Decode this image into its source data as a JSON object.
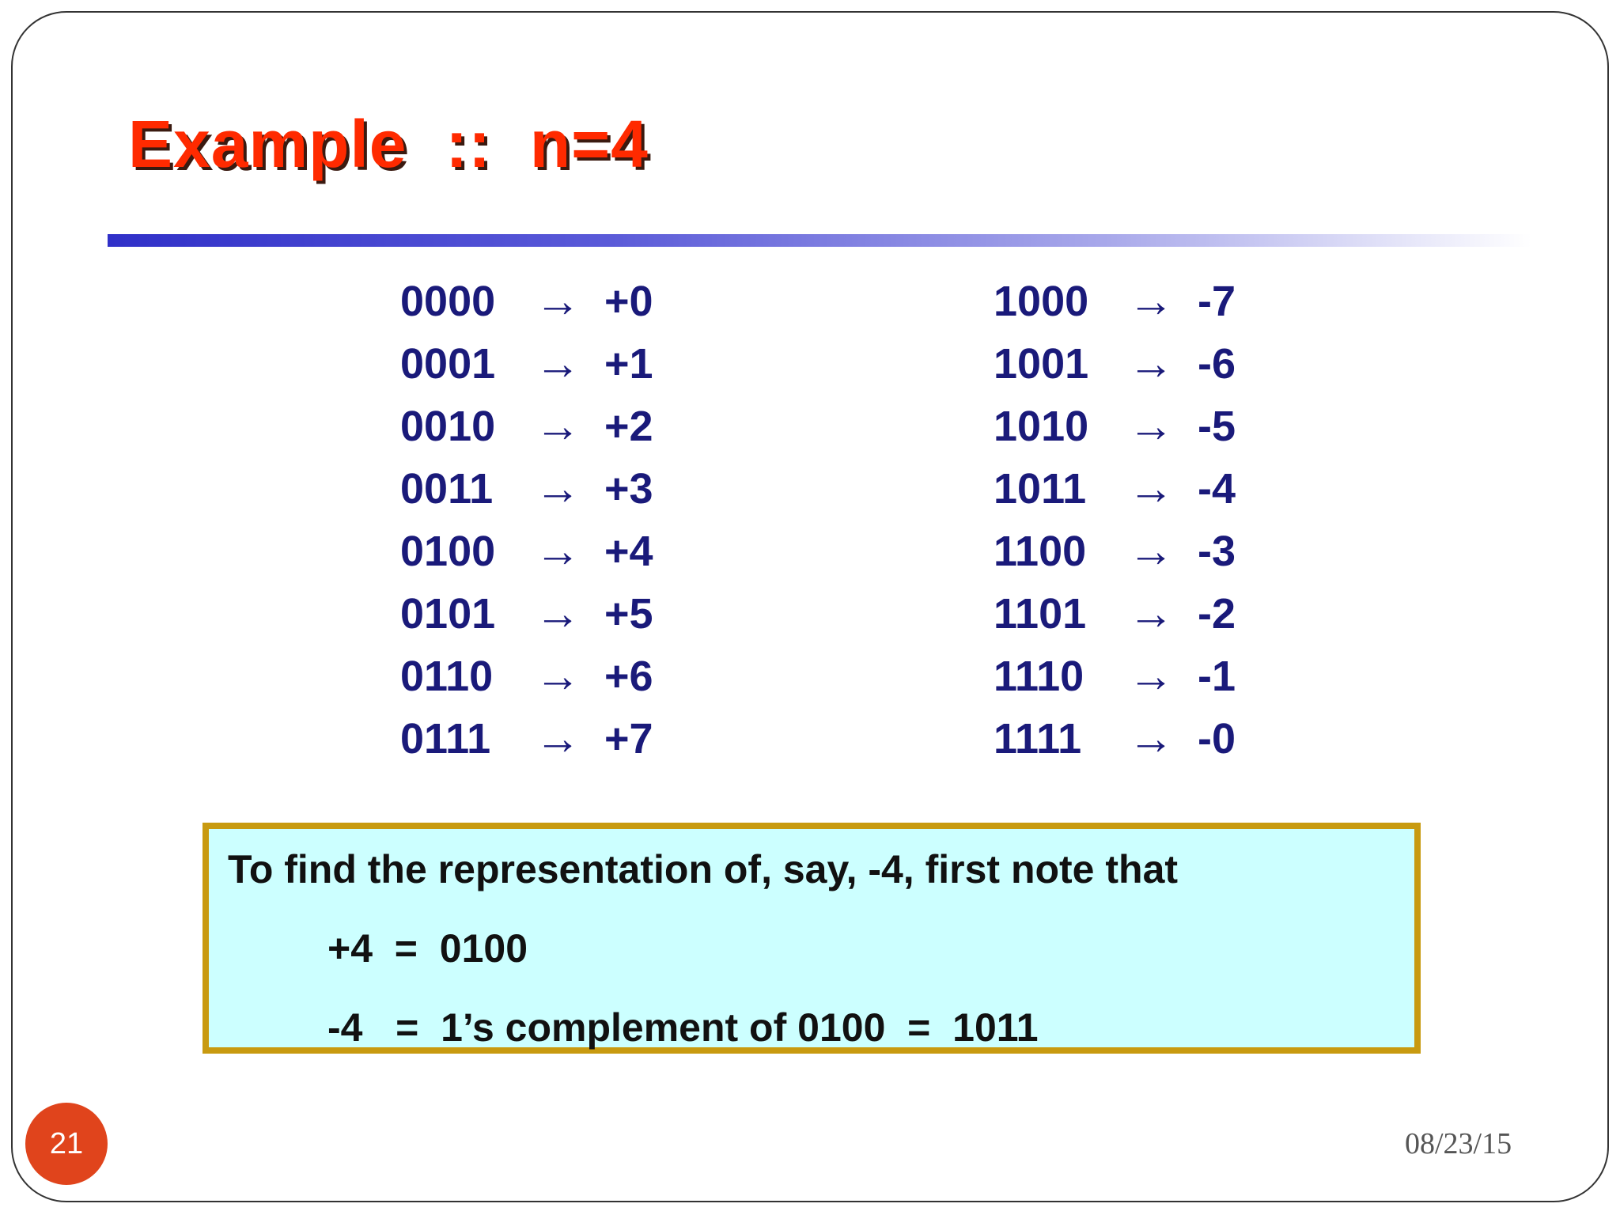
{
  "title": "Example  ::  n=4",
  "left_table": [
    {
      "code": "0000",
      "arrow": "→",
      "value": "+0"
    },
    {
      "code": "0001",
      "arrow": "→",
      "value": "+1"
    },
    {
      "code": "0010",
      "arrow": "→",
      "value": "+2"
    },
    {
      "code": "0011",
      "arrow": "→",
      "value": "+3"
    },
    {
      "code": "0100",
      "arrow": "→",
      "value": "+4"
    },
    {
      "code": "0101",
      "arrow": "→",
      "value": "+5"
    },
    {
      "code": "0110",
      "arrow": "→",
      "value": "+6"
    },
    {
      "code": "0111",
      "arrow": "→",
      "value": "+7"
    }
  ],
  "right_table": [
    {
      "code": "1000",
      "arrow": "→",
      "value": "-7"
    },
    {
      "code": "1001",
      "arrow": "→",
      "value": "-6"
    },
    {
      "code": "1010",
      "arrow": "→",
      "value": "-5"
    },
    {
      "code": "1011",
      "arrow": "→",
      "value": "-4"
    },
    {
      "code": "1100",
      "arrow": "→",
      "value": "-3"
    },
    {
      "code": "1101",
      "arrow": "→",
      "value": "-2"
    },
    {
      "code": "1110",
      "arrow": "→",
      "value": "-1"
    },
    {
      "code": "1111",
      "arrow": "→",
      "value": "-0"
    }
  ],
  "note": {
    "line1": "To find the representation of, say, -4, first note that",
    "line2": "+4  =  0100",
    "line3": "-4   =  1’s complement of 0100  =  1011"
  },
  "footer": {
    "page_number": "21",
    "date": "08/23/15"
  },
  "colors": {
    "title": "#ff2a00",
    "table_text": "#1a1a7a",
    "note_background": "#ccffff",
    "note_border": "#c89a10",
    "page_badge": "#e0441c"
  }
}
